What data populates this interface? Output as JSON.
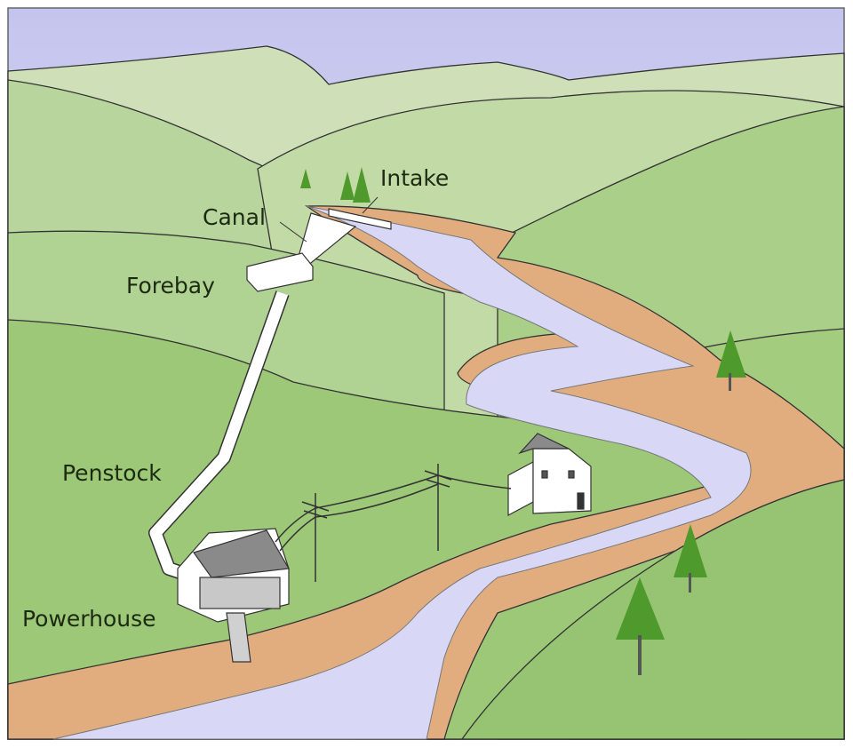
{
  "title": "Micro-hydropower system",
  "labels": {
    "intake": "Intake",
    "canal": "Canal",
    "forebay": "Forebay",
    "penstock": "Penstock",
    "powerhouse": "Powerhouse"
  },
  "colors": {
    "sky": "#c9c9ef",
    "far_hills": "#cfe0b8",
    "mid_hills": "#b7d59c",
    "near_hills": "#9cc878",
    "bank": "#e2ad7e",
    "river": "#d8d8f6",
    "structure": "#ffffff",
    "roof": "#8a8a8a",
    "tree": "#4f9a2c"
  }
}
